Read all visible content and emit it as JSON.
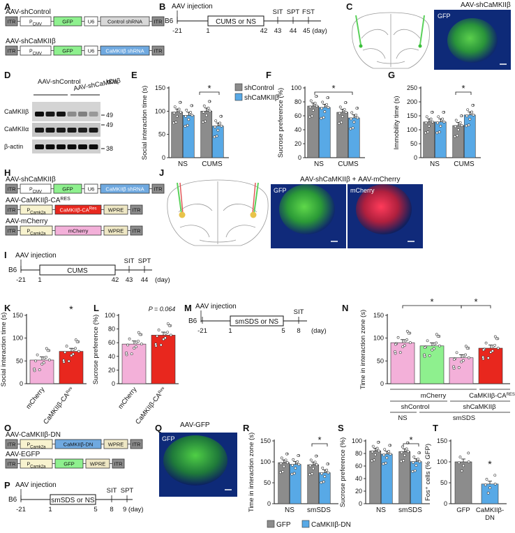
{
  "panels": {
    "A": {
      "label": "A",
      "constructs": [
        {
          "name": "AAV-shControl",
          "blocks": [
            "ITR",
            "P_CMV",
            "GFP",
            "U6",
            "Control shRNA",
            "ITR"
          ]
        },
        {
          "name": "AAV-shCaMKIIβ",
          "blocks": [
            "ITR",
            "P_CMV",
            "GFP",
            "U6",
            "CaMKIIβ shRNA",
            "ITR"
          ]
        }
      ]
    },
    "B": {
      "label": "B",
      "injection": "AAV injection",
      "strain": "B6",
      "treatment": "CUMS or NS",
      "tests": [
        "SIT",
        "SPT",
        "FST"
      ],
      "days": [
        "-21",
        "1",
        "42",
        "43",
        "44",
        "45 (day)"
      ]
    },
    "C": {
      "label": "C",
      "title": "AAV-shCaMKIIβ",
      "channel": "GFP"
    },
    "D": {
      "label": "D",
      "groups": [
        "AAV-shControl",
        "AAV-shCaMKIIβ"
      ],
      "unit": "kDa",
      "rows": [
        "CaMKIIβ",
        "CaMKIIα",
        "β-actin"
      ],
      "markers": [
        "49",
        "49",
        "38"
      ]
    },
    "E": {
      "label": "E",
      "chart_data": {
        "type": "bar",
        "categories": [
          "NS",
          "CUMS"
        ],
        "series": [
          {
            "name": "shControl",
            "values": [
              98,
              100
            ]
          },
          {
            "name": "shCaMKIIβ",
            "values": [
              91,
              68
            ]
          }
        ],
        "ylabel": "Social interaction time (s)",
        "ylim": [
          0,
          150
        ],
        "yticks": [
          "0",
          "50",
          "100",
          "150"
        ],
        "significance": "*",
        "legend": [
          "shControl",
          "shCaMKIIβ"
        ]
      }
    },
    "F": {
      "label": "F",
      "chart_data": {
        "type": "bar",
        "categories": [
          "NS",
          "CUMS"
        ],
        "series": [
          {
            "name": "shControl",
            "values": [
              74,
              65
            ]
          },
          {
            "name": "shCaMKIIβ",
            "values": [
              72,
              57
            ]
          }
        ],
        "ylabel": "Sucrose preference (%)",
        "ylim": [
          0,
          100
        ],
        "yticks": [
          "0",
          "20",
          "40",
          "60",
          "80",
          "100"
        ],
        "significance": "*"
      }
    },
    "G": {
      "label": "G",
      "chart_data": {
        "type": "bar",
        "categories": [
          "NS",
          "CUMS"
        ],
        "series": [
          {
            "name": "shControl",
            "values": [
              128,
              115
            ]
          },
          {
            "name": "shCaMKIIβ",
            "values": [
              128,
              153
            ]
          }
        ],
        "ylabel": "Immobility time (s)",
        "ylim": [
          0,
          250
        ],
        "yticks": [
          "0",
          "50",
          "100",
          "150",
          "200",
          "250"
        ],
        "significance": "*"
      }
    },
    "H": {
      "label": "H",
      "constructs": [
        {
          "name": "AAV-shCaMKIIβ",
          "blocks": [
            "ITR",
            "P_CMV",
            "GFP",
            "U6",
            "CaMKIIβ shRNA",
            "ITR"
          ]
        },
        {
          "name": "AAV-CaMKIIβ-CA",
          "sup": "RES",
          "blocks": [
            "ITR",
            "P_Camk2a",
            "CaMKIIβ-CA^Res",
            "WPRE",
            "ITR"
          ]
        },
        {
          "name": "AAV-mCherry",
          "blocks": [
            "ITR",
            "P_Camk2a",
            "mCherry",
            "WPRE",
            "ITR"
          ]
        }
      ]
    },
    "I": {
      "label": "I",
      "injection": "AAV injection",
      "strain": "B6",
      "treatment": "CUMS",
      "tests": [
        "SIT",
        "SPT"
      ],
      "days": [
        "-21",
        "1",
        "42",
        "43",
        "44",
        "(day)"
      ]
    },
    "J": {
      "label": "J",
      "title": "AAV-shCaMKIIβ + AAV-mCherry",
      "channels": [
        "GFP",
        "mCherry"
      ]
    },
    "K": {
      "label": "K",
      "chart_data": {
        "type": "bar",
        "categories": [
          "mCherry",
          "CaMKIIβ-CA^Res"
        ],
        "values": [
          52,
          71
        ],
        "ylabel": "Social interaction time (s)",
        "ylim": [
          0,
          150
        ],
        "yticks": [
          "0",
          "50",
          "100",
          "150"
        ],
        "significance": "*"
      }
    },
    "L": {
      "label": "L",
      "chart_data": {
        "type": "bar",
        "categories": [
          "mCherry",
          "CaMKIIβ-CA^Res"
        ],
        "values": [
          58,
          71
        ],
        "ylabel": "Sucrose preference (%)",
        "ylim": [
          0,
          100
        ],
        "yticks": [
          "0",
          "20",
          "40",
          "60",
          "80",
          "100"
        ],
        "annotation": "P = 0.064"
      }
    },
    "M": {
      "label": "M",
      "injection": "AAV injection",
      "strain": "B6",
      "treatment": "smSDS or NS",
      "tests": [
        "SIT"
      ],
      "days": [
        "-21",
        "1",
        "5",
        "8",
        "(day)"
      ]
    },
    "N": {
      "label": "N",
      "chart_data": {
        "type": "bar",
        "categories": [
          "mCherry / shControl / NS",
          "mCherry / shControl / smSDS",
          "mCherry / shCaMKIIβ / smSDS",
          "CaMKIIβ-CA^RES / shCaMKIIβ / smSDS"
        ],
        "values": [
          90,
          83,
          57,
          78
        ],
        "ylabel": "Time in interaction zone (s)",
        "ylim": [
          0,
          150
        ],
        "yticks": [
          "0",
          "50",
          "100",
          "150"
        ],
        "significance": [
          "*",
          "*"
        ],
        "group_labels": {
          "row1": [
            "mCherry",
            "CaMKIIβ-CA^RES"
          ],
          "row2": [
            "shControl",
            "shCaMKIIβ"
          ],
          "row3": [
            "NS",
            "smSDS"
          ]
        }
      }
    },
    "O": {
      "label": "O",
      "constructs": [
        {
          "name": "AAV-CaMKIIβ-DN",
          "blocks": [
            "ITR",
            "P_Camk2a",
            "CaMKIIβ-DN",
            "WPRE",
            "ITR"
          ]
        },
        {
          "name": "AAV-EGFP",
          "blocks": [
            "ITR",
            "P_Camk2a",
            "GFP",
            "WPRE",
            "ITR"
          ]
        }
      ]
    },
    "P": {
      "label": "P",
      "injection": "AAV injection",
      "strain": "B6",
      "treatment": "smSDS or NS",
      "tests": [
        "SIT",
        "SPT"
      ],
      "days": [
        "-21",
        "1",
        "5",
        "8",
        "9 (day)"
      ]
    },
    "Q": {
      "label": "Q",
      "title": "AAV-GFP",
      "channel": "GFP"
    },
    "R": {
      "label": "R",
      "chart_data": {
        "type": "bar",
        "categories": [
          "NS",
          "smSDS"
        ],
        "series": [
          {
            "name": "GFP",
            "values": [
              98,
              93
            ]
          },
          {
            "name": "CaMKIIβ-DN",
            "values": [
              94,
              74
            ]
          }
        ],
        "ylabel": "Time in interaction zone (s)",
        "ylim": [
          0,
          150
        ],
        "yticks": [
          "0",
          "50",
          "100",
          "150"
        ],
        "significance": "*",
        "legend": [
          "GFP",
          "CaMKIIβ-DN"
        ]
      }
    },
    "S": {
      "label": "S",
      "chart_data": {
        "type": "bar",
        "categories": [
          "NS",
          "smSDS"
        ],
        "series": [
          {
            "name": "GFP",
            "values": [
              84,
              83
            ]
          },
          {
            "name": "CaMKIIβ-DN",
            "values": [
              79,
              67
            ]
          }
        ],
        "ylabel": "Sucrose preference (%)",
        "ylim": [
          0,
          100
        ],
        "yticks": [
          "0",
          "20",
          "40",
          "60",
          "80",
          "100"
        ],
        "significance": "*"
      }
    },
    "T": {
      "label": "T",
      "chart_data": {
        "type": "bar",
        "categories": [
          "GFP",
          "CaMKIIβ-DN"
        ],
        "values": [
          100,
          47
        ],
        "ylabel": "Fos⁺ cells (% GFP)",
        "ylim": [
          0,
          150
        ],
        "yticks": [
          "0",
          "50",
          "100",
          "150"
        ],
        "significance": "*"
      }
    }
  },
  "colors": {
    "gray": "#8c8c8c",
    "blue": "#58a9e6",
    "pink": "#f3b0d9",
    "red": "#e8271e",
    "green": "#8ef08e",
    "cream": "#f8f3cf",
    "plasmid_blue": "#6fa9e0",
    "wpre": "#eee7c4"
  }
}
